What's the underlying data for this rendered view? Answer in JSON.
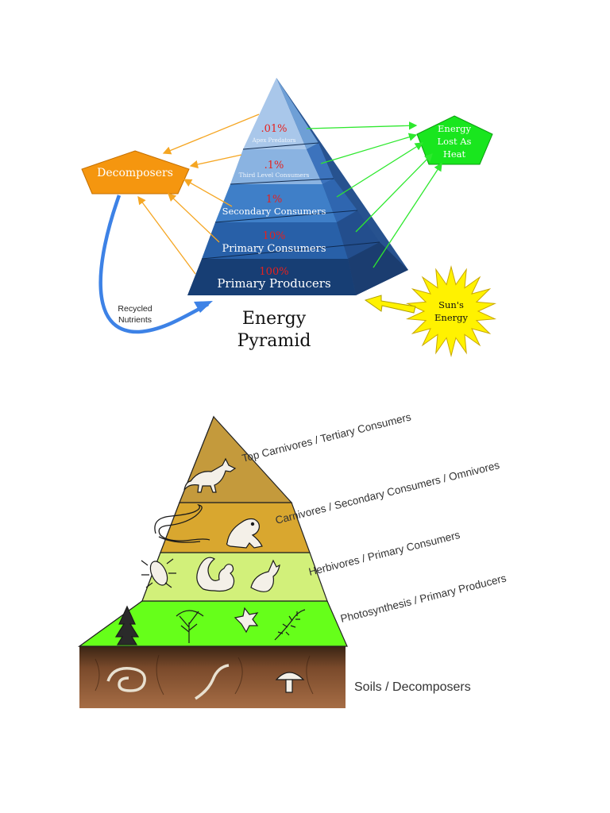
{
  "energy_pyramid": {
    "title_line1": "Energy",
    "title_line2": "Pyramid",
    "levels": [
      {
        "percent": ".01%",
        "name": "Apex Predators",
        "color": "#a9c7ea"
      },
      {
        "percent": ".1%",
        "name": "Third Level Consumers",
        "color": "#8ab3e1"
      },
      {
        "percent": "1%",
        "name": "Secondary Consumers",
        "color": "#3f7fc8"
      },
      {
        "percent": "10%",
        "name": "Primary Consumers",
        "color": "#2860a8"
      },
      {
        "percent": "100%",
        "name": "Primary Producers",
        "color": "#173e74"
      }
    ],
    "decomposers_label": "Decomposers",
    "heat_line1": "Energy",
    "heat_line2": "Lost As",
    "heat_line3": "Heat",
    "sun_line1": "Sun's",
    "sun_line2": "Energy",
    "recycled_line1": "Recycled",
    "recycled_line2": "Nutrients",
    "colors": {
      "percent_text": "#e8201c",
      "decomposers_fill": "#f5960f",
      "heat_fill": "#19e61e",
      "sun_fill": "#fff200",
      "arrow_orange": "#f5a623",
      "arrow_green": "#2ee82e",
      "arrow_blue": "#3d82e6"
    }
  },
  "trophic_pyramid": {
    "labels": [
      "Top Carnivores / Tertiary Consumers",
      "Carnivores / Secondary Consumers / Omnivores",
      "Herbivores / Primary Consumers",
      "Photosynthesis / Primary Producers",
      "Soils / Decomposers"
    ],
    "colors": {
      "top": "#c49a3c",
      "second": "#d9a72f",
      "third": "#d2f07a",
      "bottom": "#66ff1a",
      "soil": "#6b3f22"
    }
  }
}
